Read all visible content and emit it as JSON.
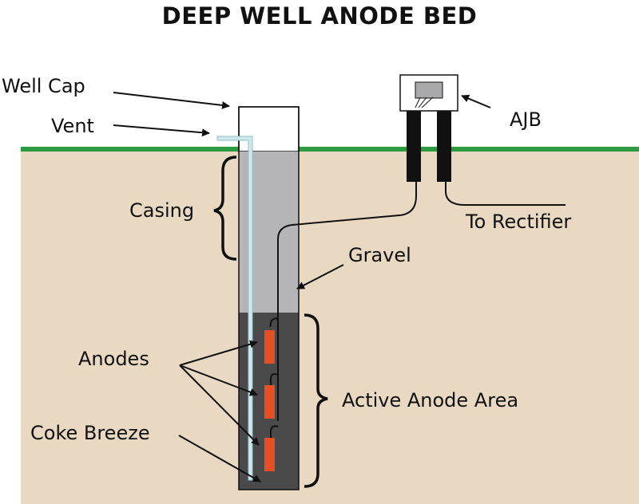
{
  "title": "DEEP WELL ANODE BED",
  "labels": {
    "well_cap": "Well Cap",
    "vent": "Vent",
    "ajb": "AJB",
    "casing": "Casing",
    "to_rectifier": "To Rectifier",
    "gravel": "Gravel",
    "anodes": "Anodes",
    "active_anode_area": "Active Anode Area",
    "coke_breeze": "Coke Breeze"
  },
  "colors": {
    "soil": "#ead9c2",
    "ground_line": "#2c9a3f",
    "casing_fill": "#b5b5b7",
    "coke_breeze_fill": "#4a4a4b",
    "anode": "#e84e24",
    "vent_pipe": "#cfe8ec",
    "cable": "#111111",
    "junction_box": "#ffffff",
    "ajb_inner": "#a9a9ab"
  }
}
